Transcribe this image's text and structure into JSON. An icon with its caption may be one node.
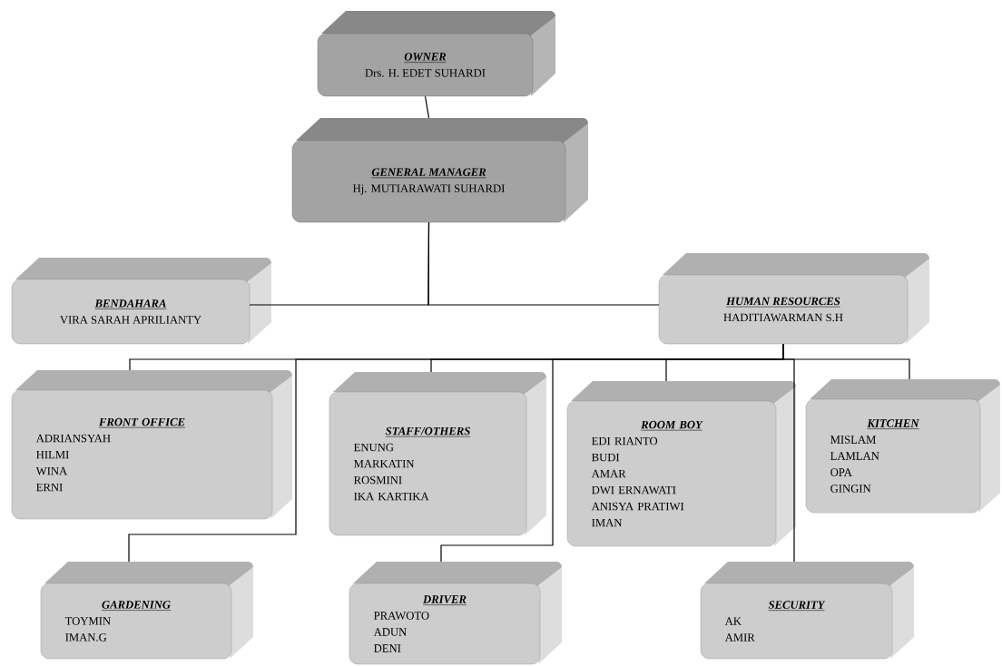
{
  "diagram": {
    "nodes": [
      {
        "text": [
          "OWNER",
          "Drs. H. EDET SUHARDI"
        ]
      },
      {
        "text": [
          "GENERAL MANAGER",
          "Hj.  MUTIARAWATI SUHARDI"
        ]
      },
      {
        "text": [
          "BENDAHARA",
          "VIRA SARAH APRILIANTY"
        ]
      },
      {
        "text": [
          "HUMAN RESOURCES",
          "HADITIAWARMAN S.H"
        ]
      },
      {
        "text": [
          "FRONT OFFICE",
          "ADRIANSYAH",
          "HILMI",
          "WINA",
          "ERNI"
        ]
      },
      {
        "text": [
          "STAFF/OTHERS",
          "ENUNG",
          "MARKATIN",
          "ROSMINI",
          "IKA KARTIKA"
        ]
      },
      {
        "text": [
          "ROOM BOY",
          "EDI RIANTO",
          "BUDI",
          "AMAR",
          "DWI ERNAWATI",
          "ANISYA PRATIWI",
          "IMAN"
        ]
      },
      {
        "text": [
          "KITCHEN",
          "MISLAM",
          "LAMLAN",
          "OPA",
          "GINGIN"
        ]
      },
      {
        "text": [
          "GARDENING",
          "TOYMIN",
          "IMAN.G"
        ]
      },
      {
        "text": [
          "DRIVER",
          "PRAWOTO",
          "ADUN",
          "DENI"
        ]
      },
      {
        "text": [
          "SECURITY",
          "AK",
          "AMIR"
        ]
      }
    ],
    "edges": [
      {
        "from": 0,
        "to": 1,
        "arrow": "none"
      },
      {
        "from": 1,
        "to": 2,
        "arrow": "none"
      },
      {
        "from": 1,
        "to": 3,
        "arrow": "none"
      },
      {
        "from": 3,
        "to": 4,
        "arrow": "none"
      },
      {
        "from": 3,
        "to": 5,
        "arrow": "none"
      },
      {
        "from": 3,
        "to": 6,
        "arrow": "none"
      },
      {
        "from": 3,
        "to": 7,
        "arrow": "none"
      },
      {
        "from": 3,
        "to": 8,
        "arrow": "none"
      },
      {
        "from": 3,
        "to": 9,
        "arrow": "none"
      },
      {
        "from": 3,
        "to": 10,
        "arrow": "none"
      }
    ]
  }
}
